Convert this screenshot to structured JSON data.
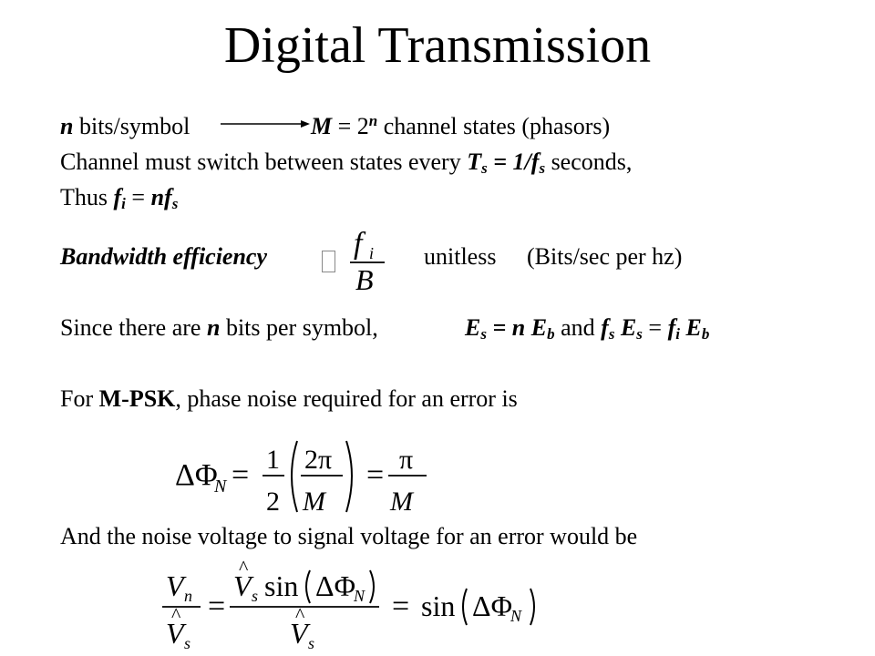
{
  "slide": {
    "title": "Digital Transmission",
    "line1": {
      "n": "n",
      "bits_per_symbol": " bits/symbol",
      "M": "M",
      "equals_two": " = 2",
      "exp_n": "n",
      "channel_states": " channel states (phasors)"
    },
    "line2": {
      "prefix": "Channel must switch between states every ",
      "T": "T",
      "sub_s": "s",
      "eq_one_over_f": " = 1/f",
      "sub_s2": "s",
      "suffix": " seconds,"
    },
    "line3": {
      "thus": "Thus ",
      "f": "f",
      "sub_i": "i",
      "eq": " = ",
      "nf": "nf",
      "sub_s": "s"
    },
    "bandwidth": {
      "label": "Bandwidth efficiency",
      "missing_glyph": "",
      "frac_num_f": "f",
      "frac_num_sub": "i",
      "frac_den": "B",
      "unitless": "unitless",
      "units": "(Bits/sec per hz)"
    },
    "since": {
      "prefix": "Since there are ",
      "n": "n",
      "bits_per_symbol": " bits per symbol,",
      "E1": "E",
      "s1": "s",
      "eq_n": " = n ",
      "E2": "E",
      "b1": "b",
      "and": " and ",
      "f1": "f",
      "s2": "s",
      "E3": " E",
      "s3": "s",
      "eq": " = ",
      "f2": "f",
      "i1": "i",
      "E4": " E",
      "b2": "b"
    },
    "mpsk": {
      "prefix": "For ",
      "bold": "M-PSK",
      "suffix": ", phase noise required for an error is"
    },
    "eq1": {
      "lhs": "ΔΦ",
      "lhs_sub": "N",
      "equals": "=",
      "one": "1",
      "two": "2",
      "two_pi": "2π",
      "M1": "M",
      "equals2": "=",
      "pi": "π",
      "M2": "M"
    },
    "noise_line": "And the noise voltage  to signal voltage for an error would be",
    "eq2": {
      "Vn": "V",
      "n_sub": "n",
      "hat": "^",
      "Vs": "V",
      "s_sub": "s",
      "equals": "=",
      "sin": "sin",
      "delta_phi": "ΔΦ",
      "N_sub": "N",
      "equals2": "=",
      "sin2": "sin",
      "delta_phi2": "ΔΦ",
      "N_sub2": "N"
    }
  }
}
